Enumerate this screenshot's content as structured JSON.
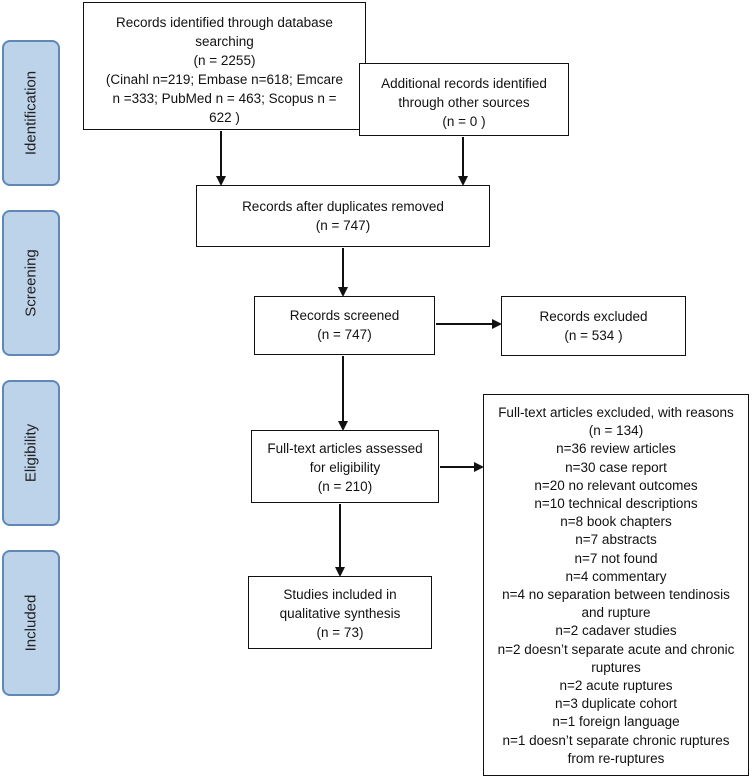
{
  "stages": [
    {
      "key": "identification",
      "label": "Identification"
    },
    {
      "key": "screening",
      "label": "Screening"
    },
    {
      "key": "eligibility",
      "label": "Eligibility"
    },
    {
      "key": "included",
      "label": "Included"
    }
  ],
  "boxes": {
    "database": {
      "lines": [
        "Records identified through database",
        "searching",
        "(n = 2255)",
        "(Cinahl n=219; Embase n=618; Emcare",
        "n =333; PubMed n = 463; Scopus n =",
        "622 )"
      ]
    },
    "other": {
      "lines": [
        "Additional records identified",
        "through other sources",
        "(n = 0 )"
      ]
    },
    "duplicates": {
      "lines": [
        "Records after duplicates removed",
        "(n = 747)"
      ]
    },
    "screened": {
      "lines": [
        "Records screened",
        "(n = 747)"
      ]
    },
    "excluded": {
      "lines": [
        "Records excluded",
        "(n = 534 )"
      ]
    },
    "fulltext": {
      "lines": [
        "Full-text articles assessed",
        "for eligibility",
        "(n = 210)"
      ]
    },
    "fulltext_excluded": {
      "lines": [
        "Full-text articles excluded, with reasons",
        "(n = 134)",
        "n=36 review articles",
        "n=30 case report",
        "n=20 no relevant outcomes",
        "n=10 technical descriptions",
        "n=8 book chapters",
        "n=7 abstracts",
        "n=7 not found",
        "n=4 commentary",
        "n=4 no separation between tendinosis",
        "and rupture",
        "n=2 cadaver studies",
        "n=2 doesn’t separate acute and chronic",
        "ruptures",
        "n=2 acute ruptures",
        "n=3 duplicate cohort",
        "n=1 foreign language",
        "n=1 doesn’t separate chronic ruptures",
        "from re-ruptures"
      ]
    },
    "included": {
      "lines": [
        "Studies included in",
        "qualitative synthesis",
        "(n = 73)"
      ]
    }
  },
  "colors": {
    "stage_fill": "#bcd3ea",
    "stage_border": "#5f88b7",
    "line": "#111111"
  }
}
